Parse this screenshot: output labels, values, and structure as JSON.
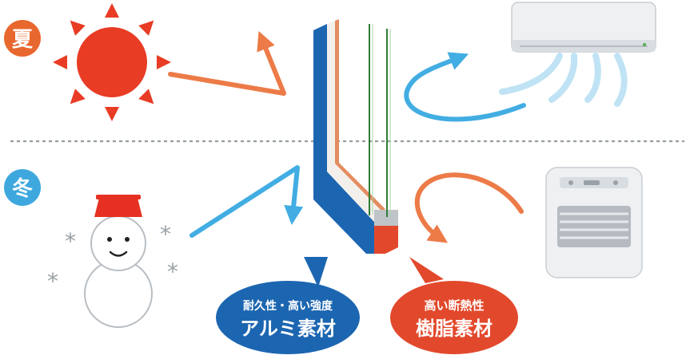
{
  "season_labels": {
    "summer": "夏",
    "winter": "冬"
  },
  "callouts": {
    "aluminum": {
      "subtitle": "耐久性・高い強度",
      "title": "アルミ素材"
    },
    "resin": {
      "subtitle": "高い断熱性",
      "title": "樹脂素材"
    }
  },
  "colors": {
    "summer_badge": "#e8672e",
    "winter_badge": "#3ea8de",
    "sun": "#e83c24",
    "arrow_orange": "#ec7b48",
    "arrow_blue": "#42ade2",
    "aluminum_blue": "#1c66b1",
    "resin_red": "#e2492c",
    "divider": "#9aa1a6"
  },
  "icons": {
    "sun": "sun-icon",
    "snowman": "snowman-icon",
    "air_conditioner": "air-conditioner-icon",
    "heater": "heater-icon",
    "window_frame": "window-frame-cross-section"
  }
}
